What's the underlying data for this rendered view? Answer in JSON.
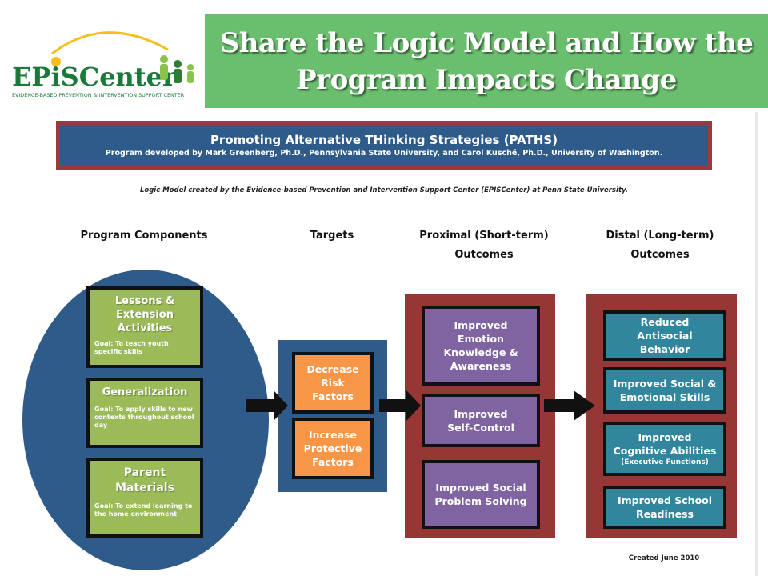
{
  "header": {
    "logo_wordmark": "EPiSCenter",
    "logo_tagline": "EVIDENCE-BASED PREVENTION & INTERVENTION SUPPORT CENTER",
    "title_line_1": "Share the Logic Model and How the",
    "title_line_2": "Program Impacts Change",
    "banner_color": "#6abf6e"
  },
  "slide": {
    "paths_title": "Promoting Alternative THinking Strategies (PATHS)",
    "paths_subtitle": "Program developed by Mark Greenberg, Ph.D., Pennsylvania State University, and Carol Kusché, Ph.D., University of Washington.",
    "credit": "Logic Model created by the Evidence-based Prevention and Intervention Support Center (EPISCenter) at Penn State University.",
    "columns": {
      "components": "Program Components",
      "targets": "Targets",
      "proximal_1": "Proximal (Short-term)",
      "proximal_2": "Outcomes",
      "distal_1": "Distal (Long-term)",
      "distal_2": "Outcomes"
    },
    "components": [
      {
        "title": "Lessons & Extension Activities",
        "goal": "Goal:  To teach youth specific skills"
      },
      {
        "title": "Generalization",
        "goal": "Goal:  To apply skills to new contexts throughout school day"
      },
      {
        "title": "Parent Materials",
        "goal": "Goal:  To extend learning to the home environment"
      }
    ],
    "targets": [
      "Decrease Risk Factors",
      "Increase Protective Factors"
    ],
    "proximal": [
      "Improved Emotion Knowledge & Awareness",
      "Improved Self-Control",
      "Improved Social Problem Solving"
    ],
    "distal": [
      {
        "title": "Reduced Antisocial Behavior",
        "note": ""
      },
      {
        "title": "Improved Social & Emotional Skills",
        "note": ""
      },
      {
        "title": "Improved Cognitive Abilities",
        "note": "(Executive Functions)"
      },
      {
        "title": "Improved School Readiness",
        "note": ""
      }
    ],
    "created": "Created June 2010"
  },
  "colors": {
    "navy": "#2f5b8a",
    "green": "#9bbb59",
    "orange": "#f79646",
    "maroon": "#953735",
    "purple": "#8064a2",
    "teal": "#31859c"
  }
}
